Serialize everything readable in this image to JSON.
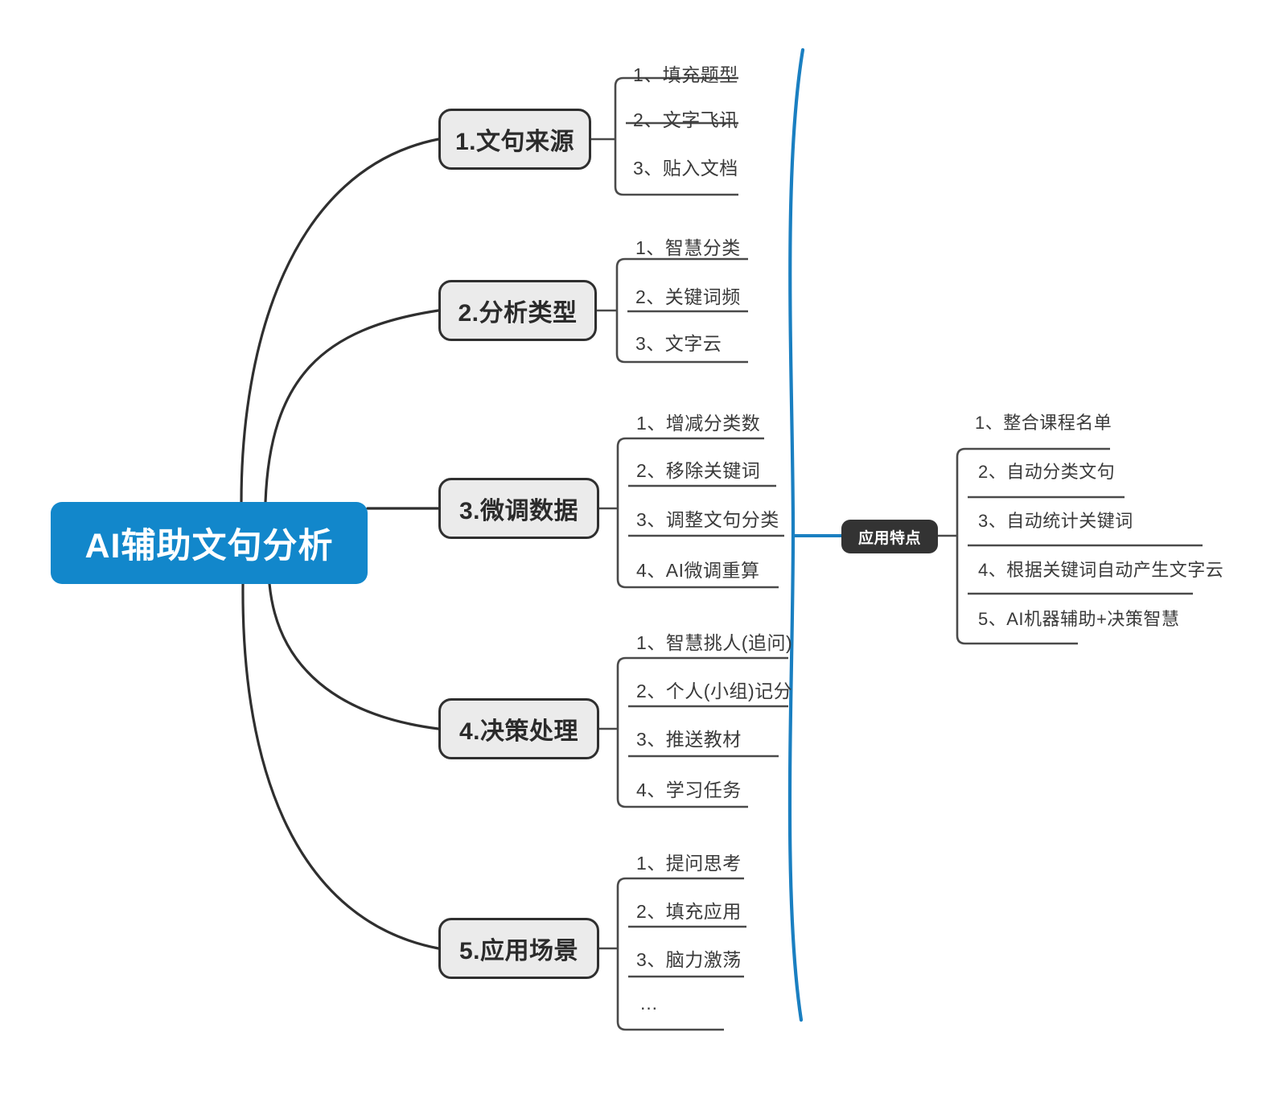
{
  "diagram": {
    "title": "AI辅助文句分析",
    "type": "mind-map",
    "colors": {
      "root_fill": "#1287cb",
      "root_text": "#ffffff",
      "branch_fill": "#ebebeb",
      "branch_border": "#2f2f2f",
      "branch_text": "#2b2b2b",
      "feature_fill": "#333333",
      "feature_text": "#ffffff",
      "leaf_text": "#3a3a3a",
      "connector": "#2f2f2f",
      "brace": "#1a7fc1",
      "background": "#ffffff"
    }
  },
  "root": {
    "label": "AI辅助文句分析"
  },
  "branches": [
    {
      "label": "1.文句来源",
      "leaves": [
        "1、填充题型",
        "2、文字飞讯",
        "3、贴入文档"
      ]
    },
    {
      "label": "2.分析类型",
      "leaves": [
        "1、智慧分类",
        "2、关键词频",
        "3、文字云"
      ]
    },
    {
      "label": "3.微调数据",
      "leaves": [
        "1、增减分类数",
        "2、移除关键词",
        "3、调整文句分类",
        "4、AI微调重算"
      ]
    },
    {
      "label": "4.决策处理",
      "leaves": [
        "1、智慧挑人(追问)",
        "2、个人(小组)记分",
        "3、推送教材",
        "4、学习任务"
      ]
    },
    {
      "label": "5.应用场景",
      "leaves": [
        "1、提问思考",
        "2、填充应用",
        "3、脑力激荡",
        "…"
      ]
    }
  ],
  "feature_group": {
    "label": "应用特点",
    "leaves": [
      "1、整合课程名单",
      "2、自动分类文句",
      "3、自动统计关键词",
      "4、根据关键词自动产生文字云",
      "5、AI机器辅助+决策智慧"
    ]
  }
}
